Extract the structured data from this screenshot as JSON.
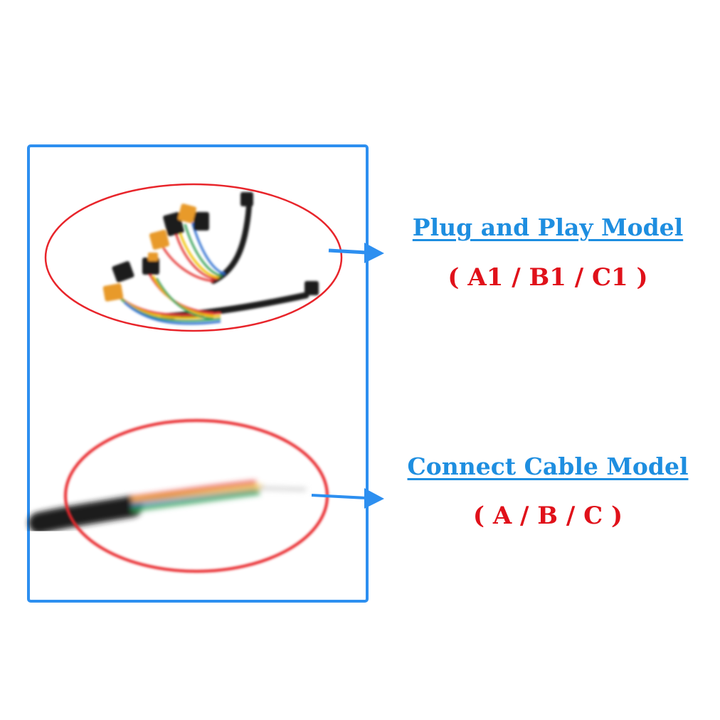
{
  "colors": {
    "frame": "#2d8ff0",
    "ellipse": "#e8252b",
    "arrow": "#2d8ff0",
    "title_text": "#1e8ee0",
    "code_text": "#e0111a",
    "cable_black": "#1b1b1b",
    "connector_orange": "#e89a2a",
    "wire_red": "#e53935",
    "wire_yellow": "#f2c200",
    "wire_green": "#3aa35a",
    "wire_blue": "#2f6fd0"
  },
  "plug_model": {
    "title": "Plug and Play Model",
    "code": "( A1 / B1 / C1 )"
  },
  "cable_model": {
    "title": "Connect Cable Model",
    "code": "( A / B / C )"
  }
}
